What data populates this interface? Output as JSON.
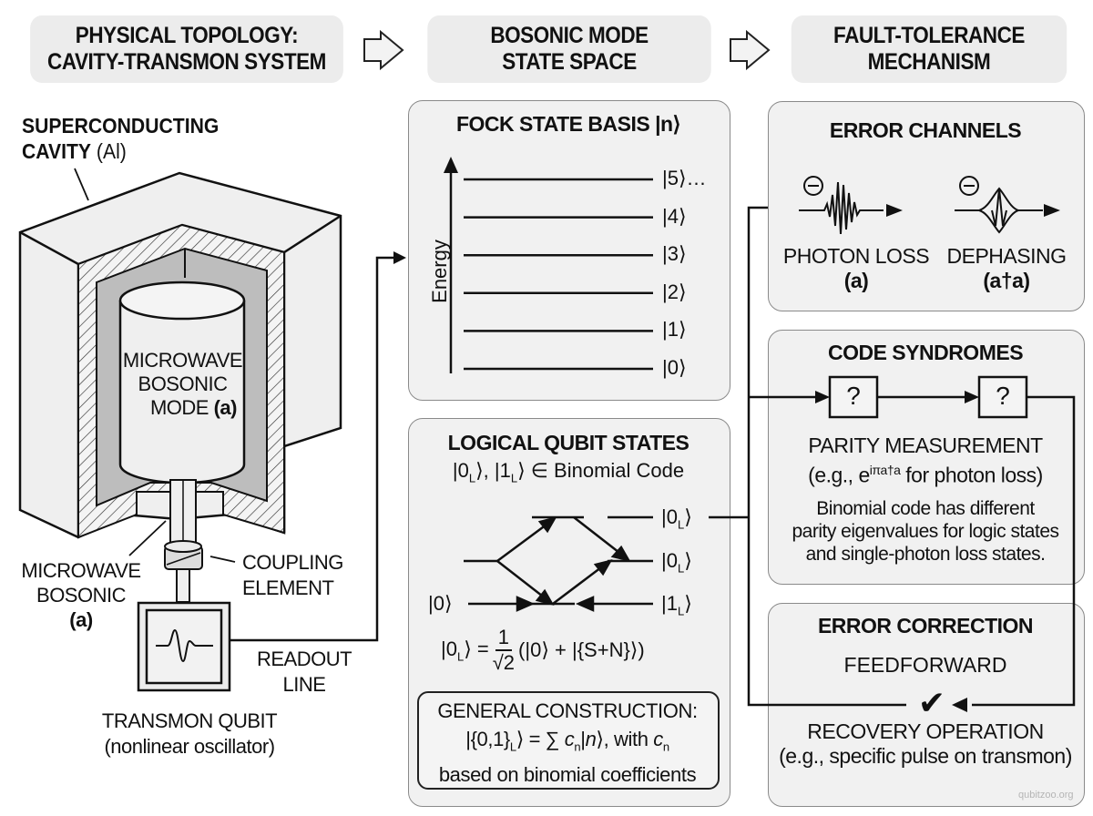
{
  "headers": {
    "physical": [
      "PHYSICAL TOPOLOGY:",
      "CAVITY-TRANSMON SYSTEM"
    ],
    "bosonic": [
      "BOSONIC MODE",
      "STATE SPACE"
    ],
    "fault": [
      "FAULT-TOLERANCE",
      "MECHANISM"
    ],
    "arrow_icon": "hollow-right-arrow"
  },
  "physical": {
    "cavity_label_bold": [
      "SUPERCONDUCTING",
      "CAVITY"
    ],
    "cavity_label_material": "(Al)",
    "mode_label": [
      "MICROWAVE",
      "BOSONIC",
      "MODE"
    ],
    "mode_operator": "(a)",
    "side_label": [
      "MICROWAVE",
      "BOSONIC"
    ],
    "side_operator": "(a)",
    "coupling_label": [
      "COUPLING",
      "ELEMENT"
    ],
    "readout_label": [
      "READOUT",
      "LINE"
    ],
    "transmon_label": [
      "TRANSMON QUBIT",
      "(nonlinear oscillator)"
    ]
  },
  "fock": {
    "title": "FOCK STATE BASIS |n⟩",
    "axis_label": "Energy",
    "levels": [
      "|0⟩",
      "|1⟩",
      "|2⟩",
      "|3⟩",
      "|4⟩",
      "|5⟩…"
    ]
  },
  "logical": {
    "title": "LOGICAL QUBIT STATES",
    "subtitle": "|0L⟩, |1L⟩ ∈ Binomial Code",
    "left_ket": "|0⟩",
    "right_kets": [
      "|0L⟩",
      "|0L⟩",
      "|1L⟩"
    ],
    "equation_lhs": "|0L⟩ =",
    "equation_num": "1",
    "equation_den": "√2",
    "equation_rhs": "(|0⟩ + |{S+N}⟩)",
    "construction": {
      "title": "GENERAL CONSTRUCTION:",
      "formula": "|{0,1}L⟩ = ∑ cn|n⟩, with cn",
      "note": "based on binomial coefficients"
    }
  },
  "error_channels": {
    "title": "ERROR CHANNELS",
    "items": [
      {
        "name": "PHOTON LOSS",
        "operator": "(a)",
        "icon": "minus-circle-icon"
      },
      {
        "name": "DEPHASING",
        "operator": "(a†a)",
        "icon": "minus-circle-icon"
      }
    ]
  },
  "syndromes": {
    "title": "CODE SYNDROMES",
    "box_symbols": [
      "?",
      "?"
    ],
    "measurement": "PARITY MEASUREMENT",
    "example_prefix": "(e.g., e",
    "example_exp": "iπa†a",
    "example_suffix": " for photon loss)",
    "note": [
      "Binomial code has different",
      "parity eigenvalues for logic states",
      "and single-photon loss states."
    ]
  },
  "correction": {
    "title": "ERROR CORRECTION",
    "feedforward": "FEEDFORWARD",
    "check_icon": "✔",
    "recovery": "RECOVERY OPERATION",
    "recovery_example": "(e.g., specific pulse on transmon)"
  },
  "watermark": "qubitzoo.org"
}
